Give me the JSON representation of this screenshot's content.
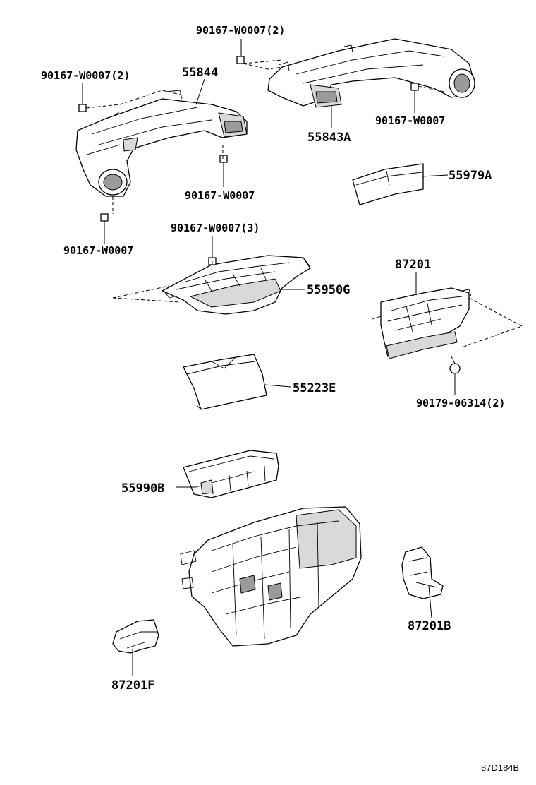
{
  "labels": {
    "bolt_top_center": "90167-W0007(2)",
    "bolt_top_left": "90167-W0007(2)",
    "duct_left": "55844",
    "duct_right": "55843A",
    "bolt_right": "90167-W0007",
    "bolt_left_mid": "90167-W0007",
    "bolt_left_bottom": "90167-W0007",
    "cover_55979a": "55979A",
    "bolt_center": "90167-W0007(3)",
    "register": "55950G",
    "duct_87201": "87201",
    "cover_55223e": "55223E",
    "nut": "90179-06314(2)",
    "filter_case": "55990B",
    "duct_87201b": "87201B",
    "duct_87201f": "87201F"
  },
  "diagram_code": "87D184B"
}
